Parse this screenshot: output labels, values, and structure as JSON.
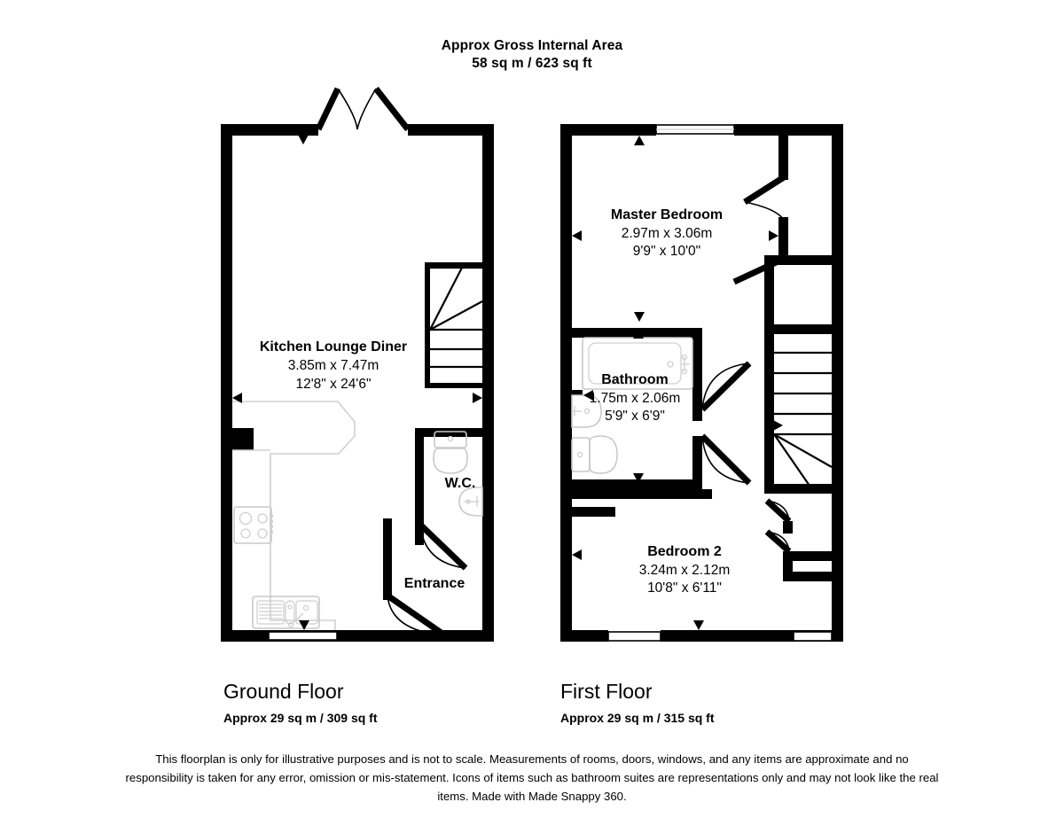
{
  "header": {
    "line1": "Approx Gross Internal Area",
    "line2": "58 sq m / 623 sq ft"
  },
  "floors": [
    {
      "id": "ground",
      "title": "Ground Floor",
      "area": "Approx 29 sq m / 309 sq ft",
      "rooms": [
        {
          "name": "Kitchen Lounge Diner",
          "dim_metric": "3.85m x 7.47m",
          "dim_imperial": "12'8\" x 24'6\""
        },
        {
          "name": "W.C.",
          "dim_metric": "",
          "dim_imperial": ""
        },
        {
          "name": "Entrance",
          "dim_metric": "",
          "dim_imperial": ""
        }
      ]
    },
    {
      "id": "first",
      "title": "First Floor",
      "area": "Approx 29 sq m / 315 sq ft",
      "rooms": [
        {
          "name": "Master Bedroom",
          "dim_metric": "2.97m x 3.06m",
          "dim_imperial": "9'9\" x 10'0\""
        },
        {
          "name": "Bathroom",
          "dim_metric": "1.75m x 2.06m",
          "dim_imperial": "5'9\" x 6'9\""
        },
        {
          "name": "Bedroom 2",
          "dim_metric": "3.24m x 2.12m",
          "dim_imperial": "10'8\" x 6'11\""
        }
      ]
    }
  ],
  "disclaimer": "This floorplan is only for illustrative purposes and is not to scale. Measurements of rooms, doors, windows, and any items are approximate and no responsibility is taken for any error, omission or mis-statement. Icons of items such as bathroom suites are representations only and may not look like the real items. Made with Made Snappy 360.",
  "colors": {
    "wall": "#000000",
    "fixture": "#c9c9c9",
    "background": "#ffffff"
  },
  "icons": {
    "hob": "hob-icon",
    "sink": "sink-icon",
    "toilet": "toilet-icon",
    "basin": "basin-icon",
    "bathtub": "bathtub-icon",
    "stairs": "stairs-icon",
    "door": "door-icon",
    "window": "window-icon",
    "direction_marker": "direction-marker-icon"
  }
}
